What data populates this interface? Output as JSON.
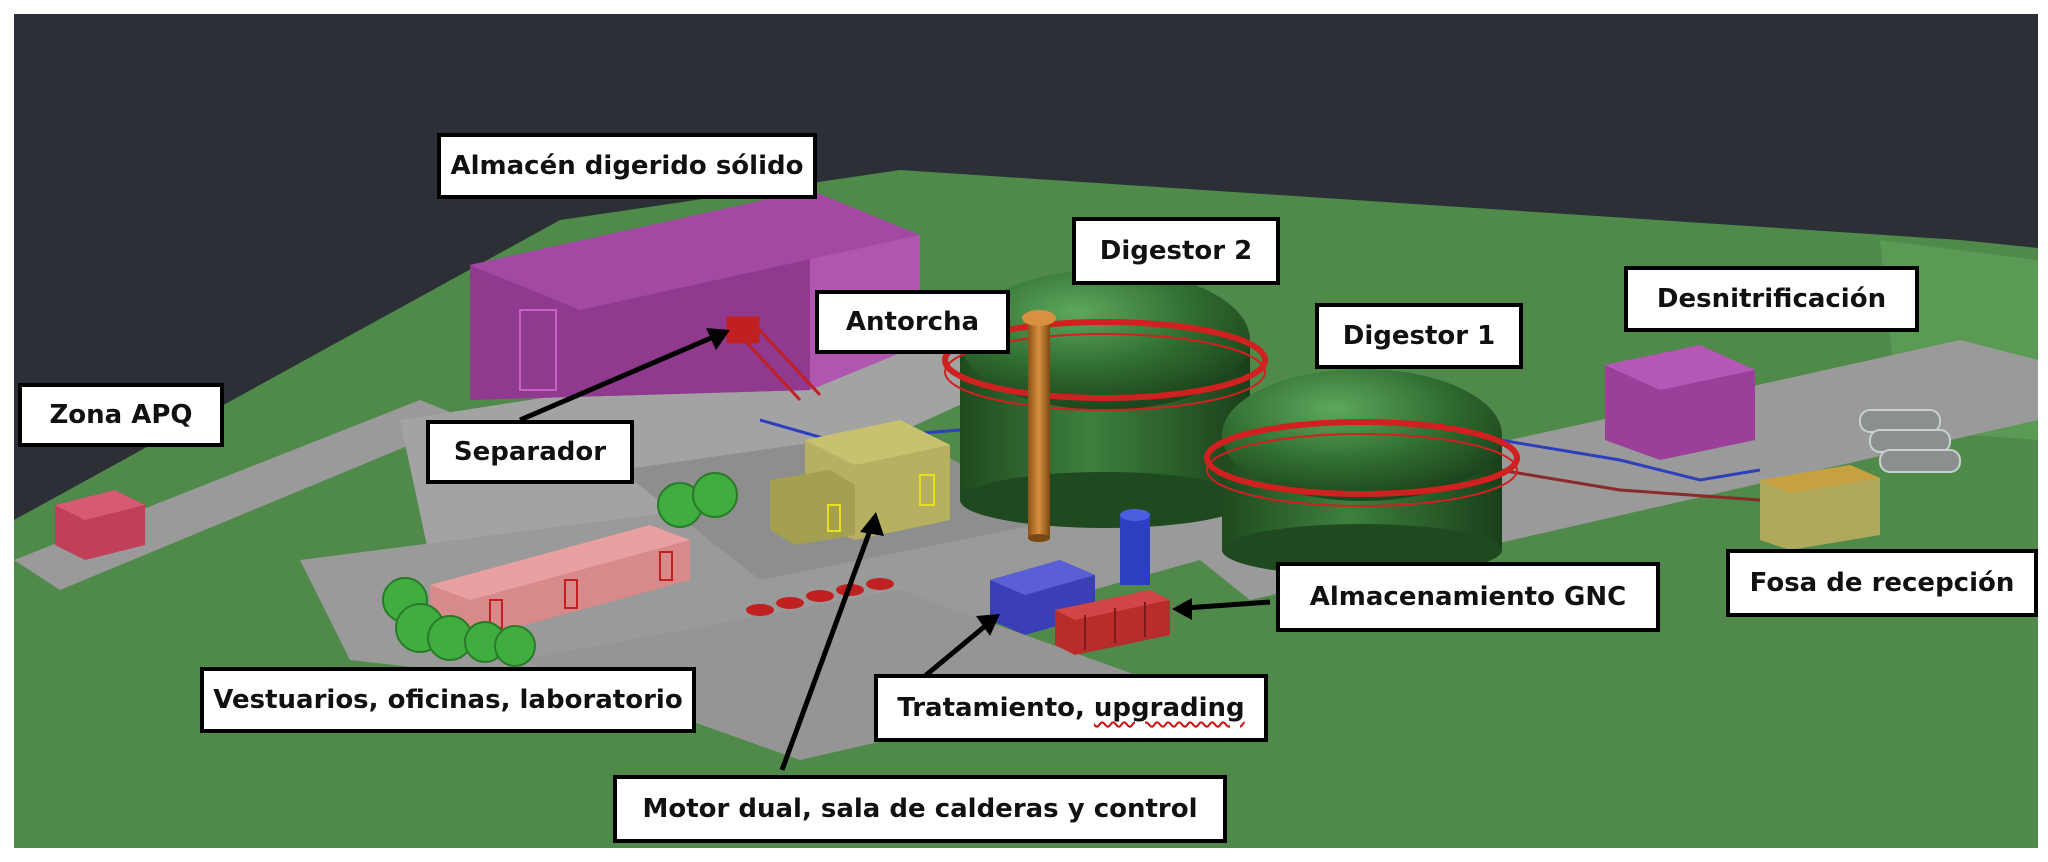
{
  "labels": {
    "almacen": "Almacén digerido sólido",
    "digestor2": "Digestor 2",
    "antorcha": "Antorcha",
    "digestor1": "Digestor 1",
    "desnitrificacion": "Desnitrificación",
    "zona_apq": "Zona APQ",
    "separador": "Separador",
    "almacenamiento_gnc": "Almacenamiento GNC",
    "fosa": "Fosa de recepción",
    "vestuarios": "Vestuarios, oficinas, laboratorio",
    "tratamiento_prefix": "Tratamiento, ",
    "tratamiento_word": "upgrading",
    "motor": "Motor dual, sala de calderas y control"
  },
  "colors": {
    "background": "#2c2f36",
    "grass": "#4f8a4a",
    "road": "#9a9a9a",
    "almacen_building": "#9b3f9b",
    "digestor": "#2f6b2f",
    "railing": "#d02020",
    "antorcha": "#c07a2a",
    "motor_building": "#a5a050",
    "gnc_storage": "#b82c2c",
    "upgrading_unit": "#3b3fb5",
    "vestuarios_building": "#d88a8a",
    "zona_apq_building": "#c0405a",
    "desnitrificacion_building": "#9b3f9b",
    "fosa_building": "#b0a85a",
    "trees": "#3fae3f",
    "arrow": "#000000"
  }
}
